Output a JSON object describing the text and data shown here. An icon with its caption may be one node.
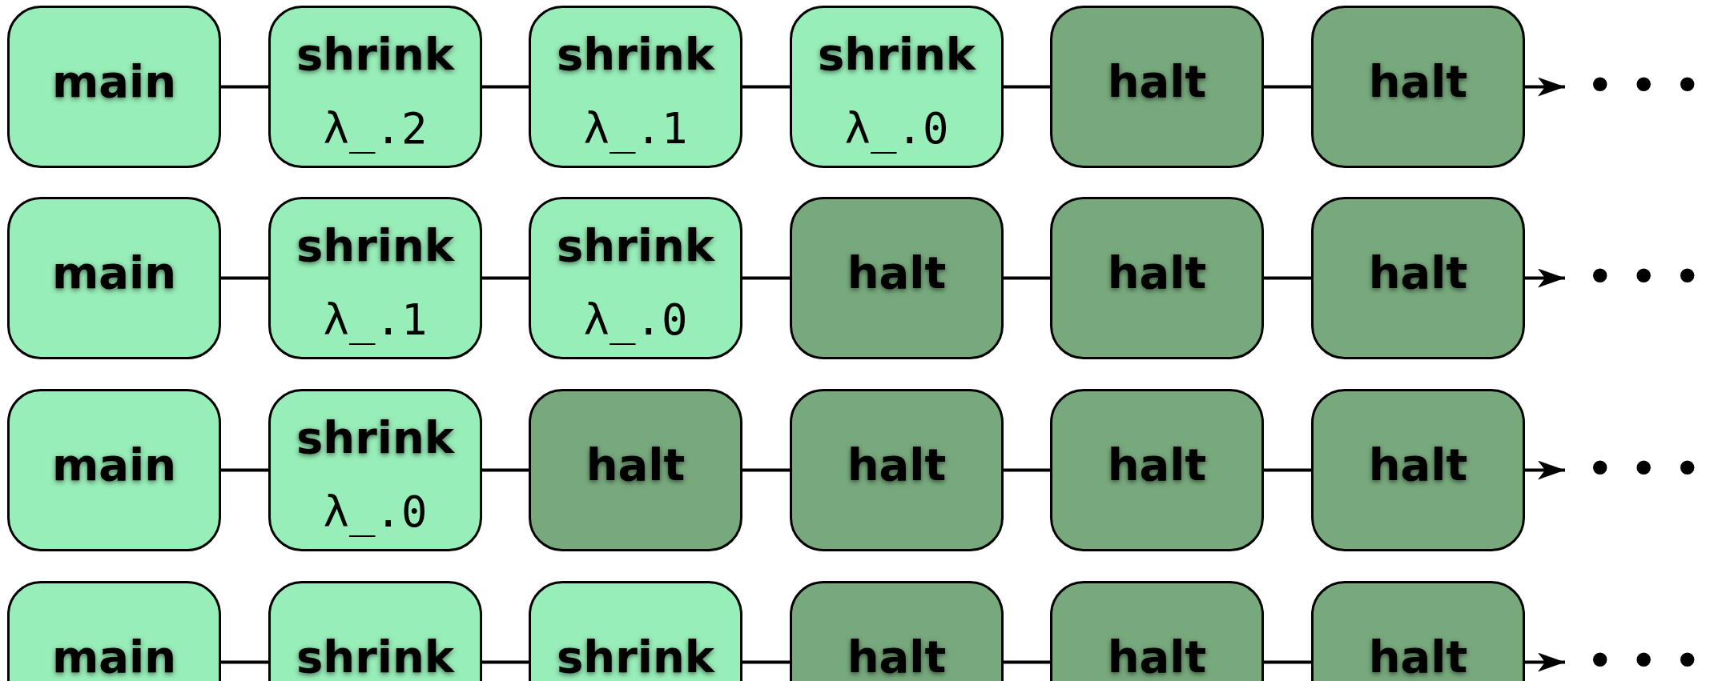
{
  "diagram": {
    "nodes": [
      {
        "text": [
          "main"
        ]
      },
      {
        "text": [
          "shrink",
          "λ_.2"
        ]
      },
      {
        "text": [
          "shrink",
          "λ_.1"
        ]
      },
      {
        "text": [
          "shrink",
          "λ_.0"
        ]
      },
      {
        "text": [
          "halt"
        ]
      },
      {
        "text": [
          "halt"
        ]
      },
      {
        "text": [
          "• • •"
        ]
      },
      {
        "text": [
          "main"
        ]
      },
      {
        "text": [
          "shrink",
          "λ_.1"
        ]
      },
      {
        "text": [
          "shrink",
          "λ_.0"
        ]
      },
      {
        "text": [
          "halt"
        ]
      },
      {
        "text": [
          "halt"
        ]
      },
      {
        "text": [
          "halt"
        ]
      },
      {
        "text": [
          "• • •"
        ]
      },
      {
        "text": [
          "main"
        ]
      },
      {
        "text": [
          "shrink",
          "λ_.0"
        ]
      },
      {
        "text": [
          "halt"
        ]
      },
      {
        "text": [
          "halt"
        ]
      },
      {
        "text": [
          "halt"
        ]
      },
      {
        "text": [
          "halt"
        ]
      },
      {
        "text": [
          "• • •"
        ]
      },
      {
        "text": [
          "main"
        ]
      },
      {
        "text": [
          "shrink"
        ]
      },
      {
        "text": [
          "shrink"
        ]
      },
      {
        "text": [
          "halt"
        ]
      },
      {
        "text": [
          "halt"
        ]
      },
      {
        "text": [
          "halt"
        ]
      },
      {
        "text": [
          "• • •"
        ]
      }
    ],
    "edges": [
      {
        "from": 0,
        "to": 1,
        "arrow": "none"
      },
      {
        "from": 1,
        "to": 2,
        "arrow": "none"
      },
      {
        "from": 2,
        "to": 3,
        "arrow": "none"
      },
      {
        "from": 3,
        "to": 4,
        "arrow": "none"
      },
      {
        "from": 4,
        "to": 5,
        "arrow": "none"
      },
      {
        "from": 5,
        "to": 6,
        "arrow": "to"
      },
      {
        "from": 7,
        "to": 8,
        "arrow": "none"
      },
      {
        "from": 8,
        "to": 9,
        "arrow": "none"
      },
      {
        "from": 9,
        "to": 10,
        "arrow": "none"
      },
      {
        "from": 10,
        "to": 11,
        "arrow": "none"
      },
      {
        "from": 11,
        "to": 12,
        "arrow": "none"
      },
      {
        "from": 12,
        "to": 13,
        "arrow": "to"
      },
      {
        "from": 14,
        "to": 15,
        "arrow": "none"
      },
      {
        "from": 15,
        "to": 16,
        "arrow": "none"
      },
      {
        "from": 16,
        "to": 17,
        "arrow": "none"
      },
      {
        "from": 17,
        "to": 18,
        "arrow": "none"
      },
      {
        "from": 18,
        "to": 19,
        "arrow": "none"
      },
      {
        "from": 19,
        "to": 20,
        "arrow": "to"
      },
      {
        "from": 21,
        "to": 22,
        "arrow": "none"
      },
      {
        "from": 22,
        "to": 23,
        "arrow": "none"
      },
      {
        "from": 23,
        "to": 24,
        "arrow": "none"
      },
      {
        "from": 24,
        "to": 25,
        "arrow": "none"
      },
      {
        "from": 25,
        "to": 26,
        "arrow": "none"
      },
      {
        "from": 26,
        "to": 27,
        "arrow": "to"
      }
    ]
  }
}
